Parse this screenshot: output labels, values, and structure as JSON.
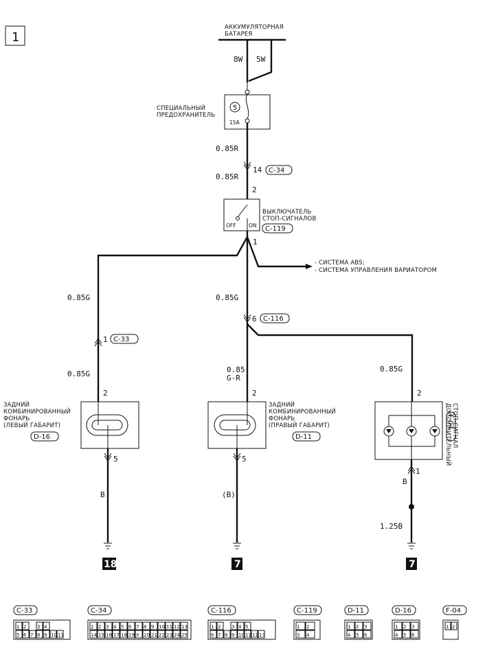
{
  "page_index": "1",
  "battery": {
    "label_line1": "АККУМУЛЯТОРНАЯ",
    "label_line2": "БАТАРЕЯ",
    "wire_left": "8W",
    "wire_right": "5W"
  },
  "fuse": {
    "label_line1": "СПЕЦИАЛЬНЫЙ",
    "label_line2": "ПРЕДОХРАНИТЕЛЬ",
    "number": "5",
    "rating": "15A"
  },
  "wires": {
    "w1": "0.85R",
    "w2": "0.85R",
    "left_upper": "0.85G",
    "left_lower": "0.85G",
    "mid_upper": "0.85G",
    "mid_lower_1": "0.85",
    "mid_lower_2": "G-R",
    "right_upper": "0.85G",
    "left_ground": "B",
    "mid_ground": "(B)",
    "right_ground_1": "B",
    "right_ground_2": "1.25B"
  },
  "connectors_on_wires": {
    "c34_pin": "14",
    "c34": "C-34",
    "switch_pin_top": "2",
    "switch_pin_bottom": "1",
    "c116_pin": "6",
    "c116": "C-116",
    "c33_pin": "1",
    "c33": "C-33"
  },
  "switch": {
    "label_line1": "ВЫКЛЮЧАТЕЛЬ",
    "label_line2": "СТОП-СИГНАЛОВ",
    "connector": "C-119",
    "off": "OFF",
    "on": "ON"
  },
  "branch_targets": {
    "line1": "- СИСТЕМА ABS;",
    "line2": "- СИСТЕМА УПРАВЛЕНИЯ ВАРИАТОРОМ"
  },
  "left_lamp": {
    "line1": "ЗАДНИЙ",
    "line2": "КОМБИНИРОВАННЫЙ",
    "line3": "ФОНАРЬ",
    "line4": "(ЛЕВЫЙ ГАБАРИТ)",
    "connector": "D-16",
    "pin_top": "2",
    "pin_bottom": "5"
  },
  "right_lamp": {
    "line1": "ЗАДНИЙ",
    "line2": "КОМБИНИРОВАННЫЙ",
    "line3": "ФОНАРЬ",
    "line4": "(ПРАВЫЙ ГАБАРИТ)",
    "connector": "D-11",
    "pin_top": "2",
    "pin_bottom": "5"
  },
  "extra_lamp": {
    "line1": "ДОПОЛНИТЕЛЬНЫЙ",
    "line2": "СТОП-СИГНАЛ",
    "connector": "F-04",
    "pin_top": "2",
    "pin_bottom": "1"
  },
  "grounds": {
    "left": "18",
    "mid": "7",
    "right": "7"
  },
  "connector_legend": [
    {
      "name": "C-33",
      "row1": [
        "1",
        "2",
        "",
        "3",
        "4"
      ],
      "row2": [
        "5",
        "6",
        "7",
        "8",
        "9",
        "10",
        "11"
      ]
    },
    {
      "name": "C-34",
      "row1": [
        "1",
        "2",
        "3",
        "4",
        "5",
        "6",
        "7",
        "8",
        "9",
        "10",
        "11",
        "12",
        "13"
      ],
      "row2": [
        "14",
        "15",
        "16",
        "17",
        "18",
        "19",
        "X",
        "20",
        "21",
        "22",
        "23",
        "24",
        "25"
      ]
    },
    {
      "name": "C-116",
      "row1": [
        "1",
        "2",
        "",
        "3",
        "4",
        "5"
      ],
      "row2": [
        "6",
        "7",
        "8",
        "9",
        "10",
        "11",
        "12",
        "13"
      ]
    },
    {
      "name": "C-119",
      "row1": [
        "1",
        "2"
      ],
      "row2": [
        "3",
        "4"
      ]
    },
    {
      "name": "D-11",
      "row1": [
        "1",
        "2",
        "3"
      ],
      "row2": [
        "4",
        "5",
        "6"
      ]
    },
    {
      "name": "D-16",
      "row1": [
        "1",
        "2",
        "3"
      ],
      "row2": [
        "4",
        "5",
        "6"
      ]
    },
    {
      "name": "F-04",
      "row1": [
        "1",
        "2"
      ],
      "row2": []
    }
  ]
}
